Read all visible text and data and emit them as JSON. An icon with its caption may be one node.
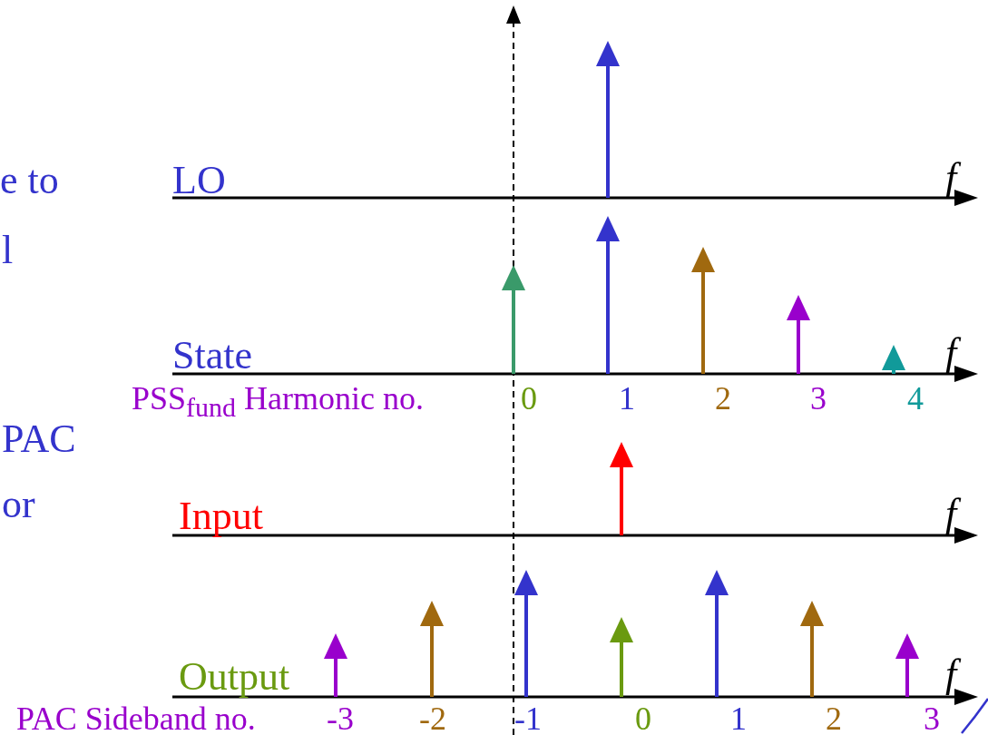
{
  "diagram": {
    "labels": [
      "e to",
      "l",
      "PAC",
      "or",
      "LO",
      "f",
      "State",
      "f",
      "PSS$_{fund}$ Harmonic no.",
      "0",
      "1",
      "2",
      "3",
      "4",
      "Input",
      "f",
      "Output",
      "f",
      "PAC Sideband no.",
      "-3",
      "-2",
      "-1",
      "0",
      "1",
      "2",
      "3"
    ]
  }
}
